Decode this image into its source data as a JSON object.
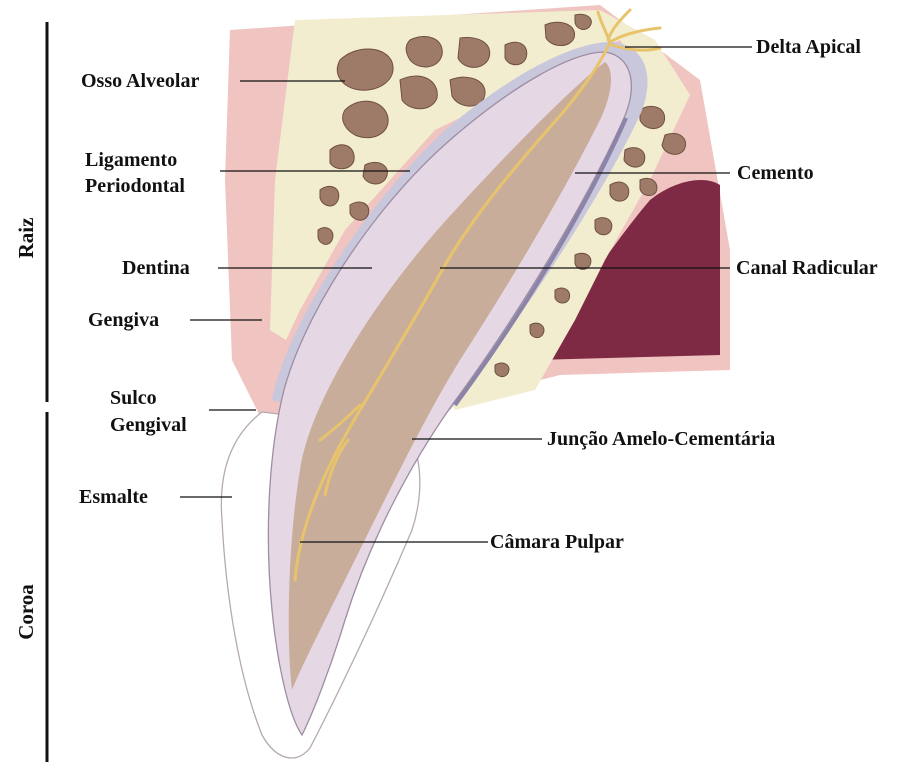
{
  "sections": {
    "raiz": "Raiz",
    "coroa": "Coroa"
  },
  "labels": {
    "osso_alveolar": "Osso Alveolar",
    "ligamento_line1": "Ligamento",
    "ligamento_line2": "Periodontal",
    "dentina": "Dentina",
    "gengiva": "Gengiva",
    "sulco_line1": "Sulco",
    "sulco_line2": "Gengival",
    "esmalte": "Esmalte",
    "delta_apical": "Delta Apical",
    "cemento": "Cemento",
    "canal_radicular": "Canal Radicular",
    "juncao": "Junção Amelo-Cementária",
    "camara_pulpar": "Câmara Pulpar"
  },
  "colors": {
    "bone": "#f3edcf",
    "trabecula": "#9e7b68",
    "gum": "#efc4c1",
    "gum_dark": "#7e2a45",
    "enamel": "#ffffff",
    "dentin": "#e6d7e4",
    "pulp": "#c9ad9b",
    "nerve": "#e7c46c",
    "ligament": "#a9a9c4"
  }
}
